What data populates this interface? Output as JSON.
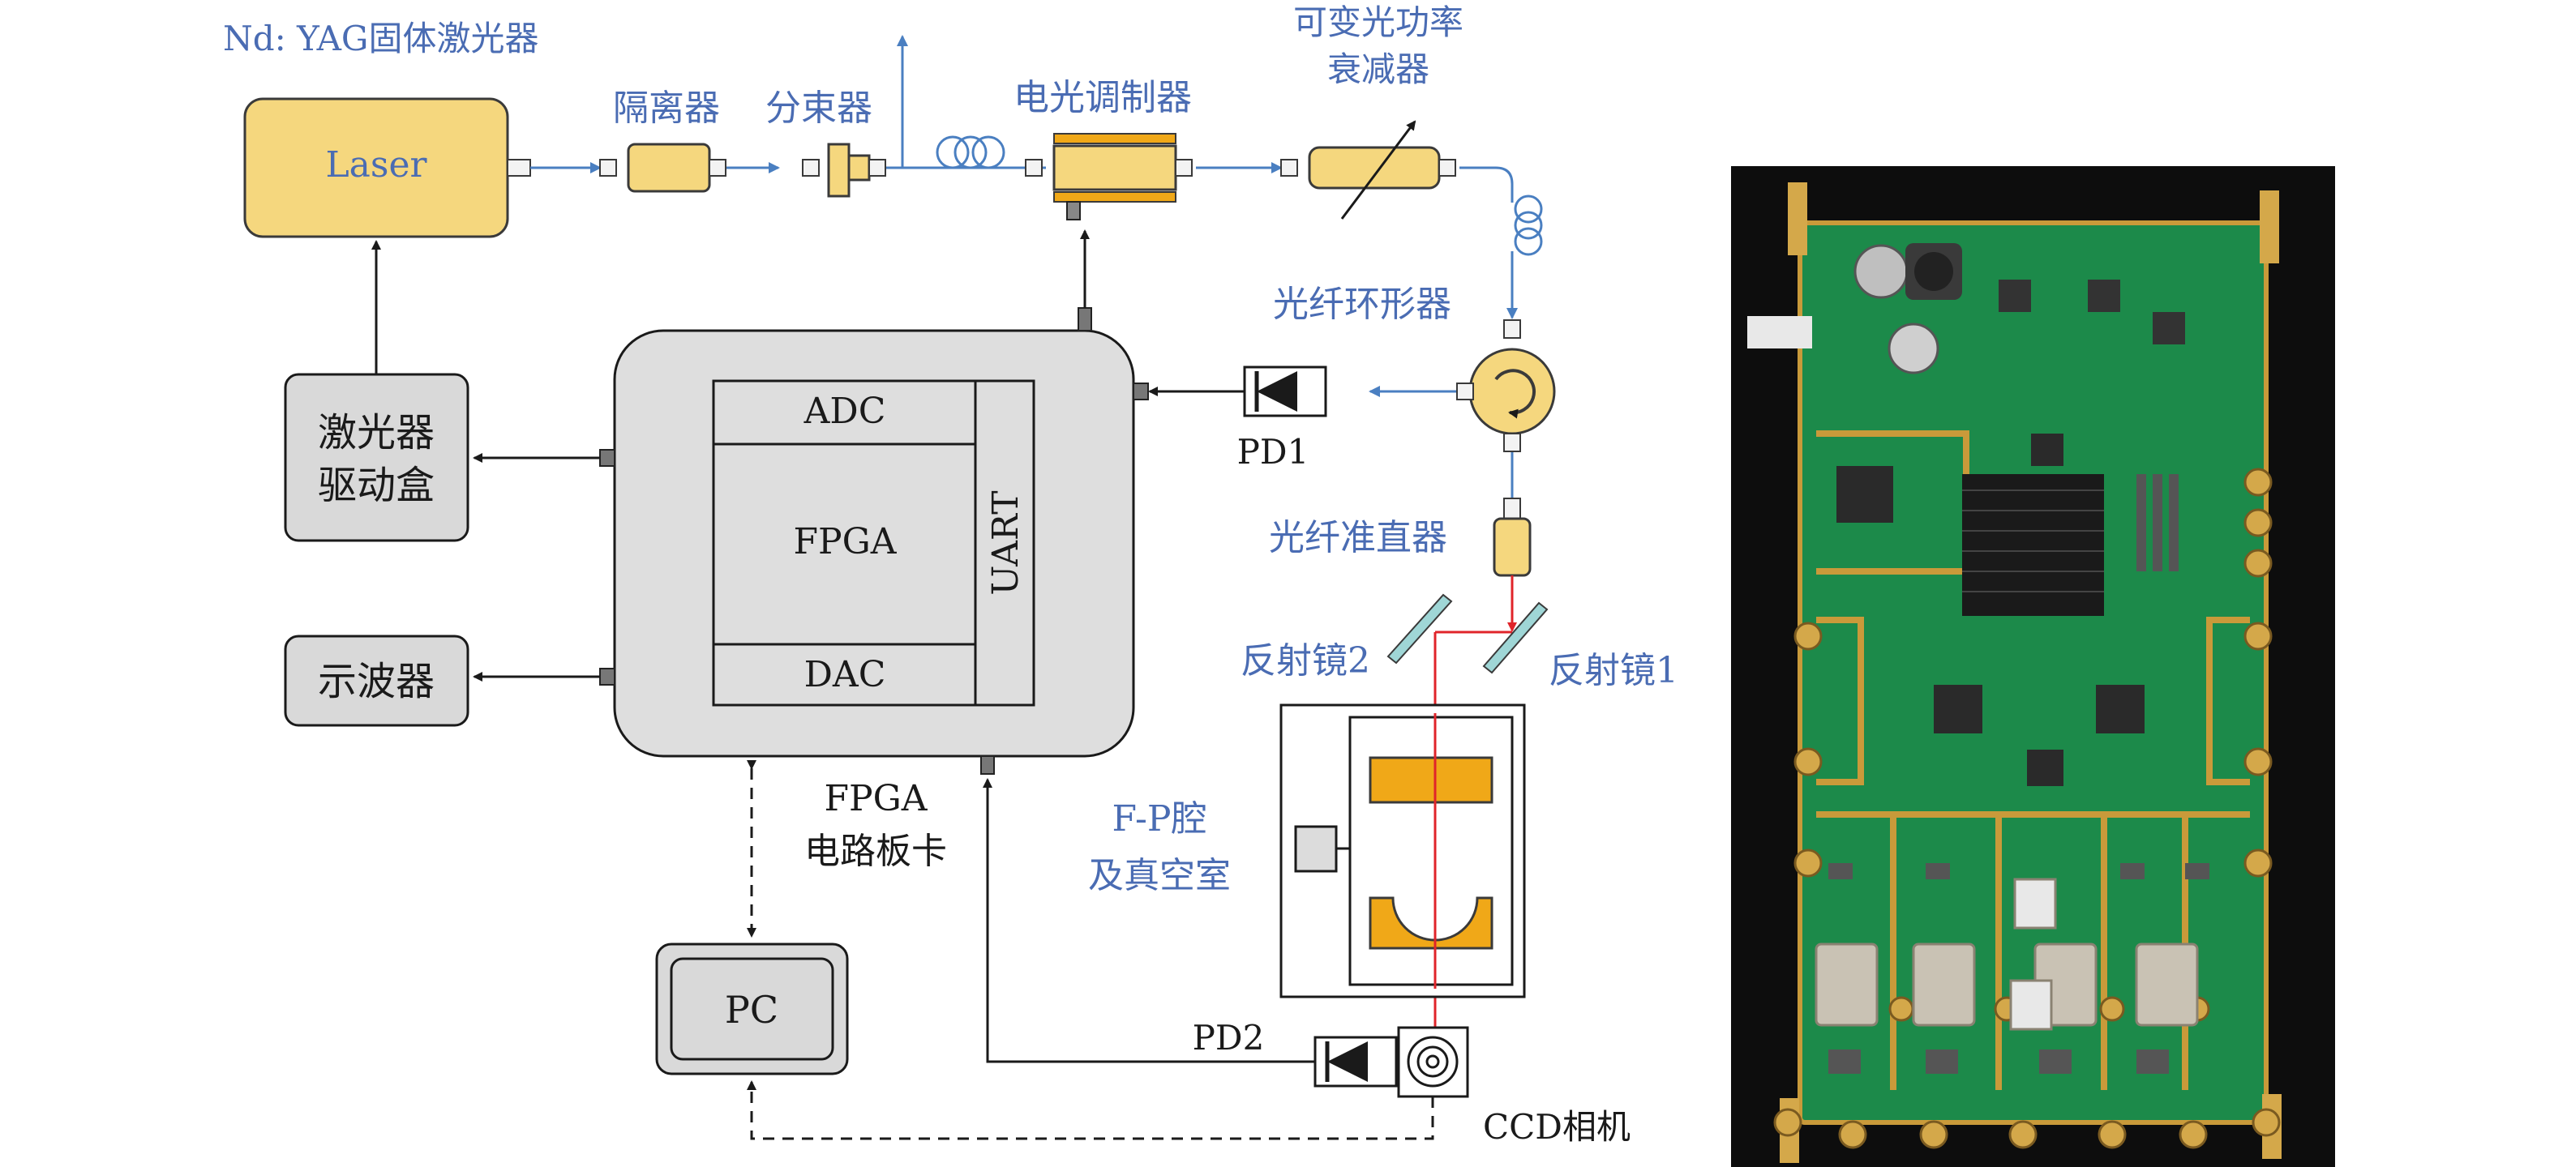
{
  "labels": {
    "laser_title": "Nd: YAG固体激光器",
    "laser_box": "Laser",
    "isolator": "隔离器",
    "splitter": "分束器",
    "eo_modulator": "电光调制器",
    "attenuator_line1": "可变光功率",
    "attenuator_line2": "衰减器",
    "circulator": "光纤环形器",
    "collimator": "光纤准直器",
    "mirror2": "反射镜2",
    "mirror1": "反射镜1",
    "fp_line1": "F-P腔",
    "fp_line2": "及真空室",
    "pd1": "PD1",
    "pd2": "PD2",
    "ccd": "CCD相机",
    "driver_line1": "激光器",
    "driver_line2": "驱动盒",
    "oscilloscope": "示波器",
    "adc": "ADC",
    "fpga": "FPGA",
    "dac": "DAC",
    "uart": "UART",
    "board_line1": "FPGA",
    "board_line2": "电路板卡",
    "pc": "PC"
  },
  "colors": {
    "component_fill": "#f5d77e",
    "component_stroke": "#3a3a3a",
    "fiber": "#4a7fc1",
    "beam": "#e0242a",
    "blue_text": "#4a6cb3",
    "gray_box": "#d9d9d9",
    "mirror": "#9fd6d6",
    "mirror_fill": "#f0a818",
    "pcb_green": "#1c8a4a",
    "pcb_gold": "#c99a3a"
  },
  "photo": {
    "subject": "FPGA circuit board photograph"
  }
}
